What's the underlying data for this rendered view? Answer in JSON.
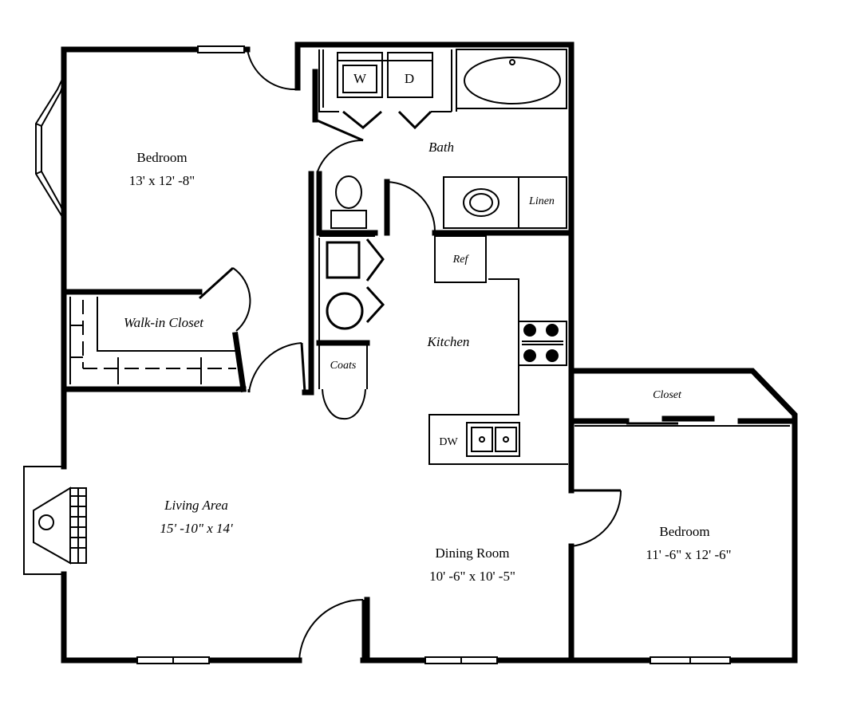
{
  "rooms": {
    "bedroom1": {
      "name": "Bedroom",
      "size": "13' x 12' -8\""
    },
    "walkin": {
      "name": "Walk-in Closet"
    },
    "bath": {
      "name": "Bath"
    },
    "linen": {
      "name": "Linen"
    },
    "kitchen": {
      "name": "Kitchen"
    },
    "coats": {
      "name": "Coats"
    },
    "living": {
      "name": "Living Area",
      "size": "15' -10\" x 14'"
    },
    "dining": {
      "name": "Dining Room",
      "size": "10' -6\" x 10' -5\""
    },
    "closet": {
      "name": "Closet"
    },
    "bedroom2": {
      "name": "Bedroom",
      "size": "11' -6\" x 12' -6\""
    }
  },
  "fixtures": {
    "washer": "W",
    "dryer": "D",
    "ref": "Ref",
    "dw": "DW"
  }
}
